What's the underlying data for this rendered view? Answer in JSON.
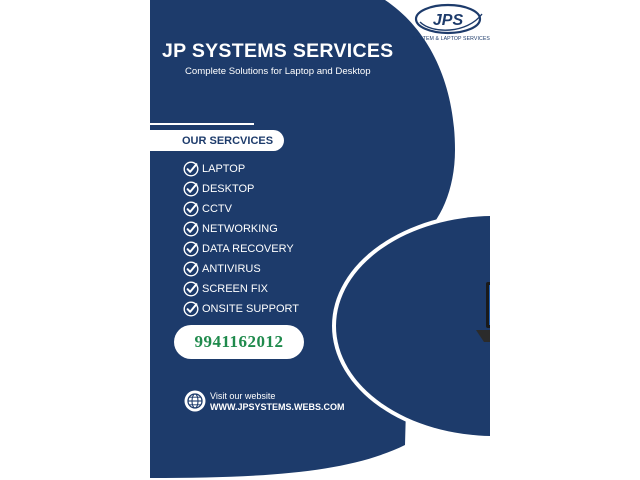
{
  "logo": {
    "mark": "JPS",
    "tagline": "SYSTEM & LAPTOP SERVICES"
  },
  "header": {
    "title": "JP SYSTEMS SERVICES",
    "subtitle": "Complete Solutions for Laptop and Desktop"
  },
  "services": {
    "heading": "OUR SERCVICES",
    "items": [
      {
        "label": "LAPTOP",
        "icon": "check-circle-icon"
      },
      {
        "label": "DESKTOP",
        "icon": "check-circle-icon"
      },
      {
        "label": "CCTV",
        "icon": "check-circle-icon"
      },
      {
        "label": "NETWORKING",
        "icon": "check-circle-icon"
      },
      {
        "label": "DATA RECOVERY",
        "icon": "check-circle-icon"
      },
      {
        "label": "ANTIVIRUS",
        "icon": "check-circle-icon"
      },
      {
        "label": "SCREEN FIX",
        "icon": "check-circle-icon"
      },
      {
        "label": "ONSITE SUPPORT",
        "icon": "check-circle-icon"
      }
    ]
  },
  "contact": {
    "phone": "9941162012"
  },
  "website": {
    "label": "Visit our website",
    "url": "WWW.JPSYSTEMS.WEBS.COM",
    "icon": "globe-icon"
  },
  "colors": {
    "navy": "#1d3b6b",
    "phone_green": "#1f8a4c",
    "white": "#ffffff"
  }
}
